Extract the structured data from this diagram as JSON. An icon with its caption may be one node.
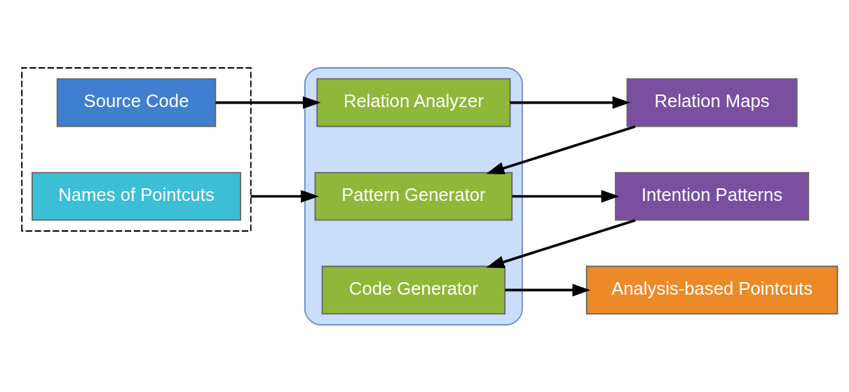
{
  "diagram": {
    "nodes": [
      {
        "text": [],
        "shape": "box"
      },
      {
        "text": [
          "Names of Pointcuts"
        ],
        "in": 0
      },
      {
        "text": [
          "Source Code"
        ],
        "in": 0
      },
      {
        "text": [],
        "shape": "box"
      },
      {
        "text": [
          "Relation Analyzer"
        ],
        "in": 3
      },
      {
        "text": [
          "Pattern Generator"
        ],
        "in": 3
      },
      {
        "text": [
          "Code Generator"
        ],
        "in": 3
      },
      {
        "text": [
          "Relation Maps"
        ]
      },
      {
        "text": [
          "Intention Patterns"
        ]
      },
      {
        "text": [
          "Analysis-based Pointcuts"
        ]
      }
    ],
    "edges": [
      {
        "from": 2,
        "to": 4,
        "arrow": "to"
      },
      {
        "from": 0,
        "to": 5,
        "arrow": "to"
      },
      {
        "from": 4,
        "to": 7,
        "arrow": "to"
      },
      {
        "from": 7,
        "to": 5,
        "arrow": "to"
      },
      {
        "from": 5,
        "to": 8,
        "arrow": "to"
      },
      {
        "from": 8,
        "to": 6,
        "arrow": "to"
      },
      {
        "from": 6,
        "to": 9,
        "arrow": "to"
      }
    ]
  }
}
